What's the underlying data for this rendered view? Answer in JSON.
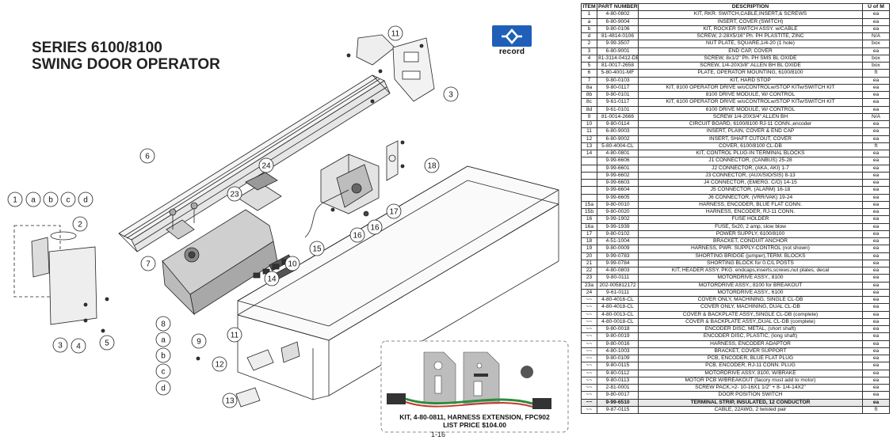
{
  "title_lines": [
    "SERIES 6100/8100",
    "SWING DOOR OPERATOR"
  ],
  "logo": {
    "text": "record",
    "color": "#1f5fb8"
  },
  "page_number": "1-16",
  "kit_caption_lines": [
    "KIT, 4-80-0811, HARNESS EXTENSION, FPC902",
    "LIST PRICE $104.00"
  ],
  "callouts": [
    "11",
    "3",
    "6",
    "24",
    "18",
    "1",
    "a",
    "b",
    "c",
    "d",
    "2",
    "23",
    "17",
    "16",
    "16",
    "7",
    "15",
    "10",
    "14",
    "8",
    "a",
    "b",
    "c",
    "d",
    "11",
    "9",
    "3",
    "4",
    "5",
    "12",
    "13"
  ],
  "table": {
    "headers": [
      "ITEM",
      "PART NUMBER",
      "DESCRIPTION",
      "U of M"
    ],
    "rows": [
      [
        "1",
        "4-80-0802",
        "KIT, RKR. SWITCH,CABLE,INSERT,& SCREWS",
        "ea"
      ],
      [
        "a",
        "6-80-9004",
        "INSERT, COVER  (SWITCH)",
        "ea"
      ],
      [
        "b",
        "9-80-0106",
        "KIT, ROCKER SWITCH ASSY. w/CABLE",
        "ea"
      ],
      [
        "d",
        "81-4814-0106",
        "SCREW, 2-28X5/16\" Ph. PH PLASTITE, ZINC",
        "N/A"
      ],
      [
        "2",
        "9-99-3507",
        "NUT PLATE, SQUARE,1/4-20 (1 hole)",
        "box"
      ],
      [
        "3",
        "6-80-9001",
        "END CAP, COVER",
        "ea"
      ],
      [
        "4",
        "81-3114-0412-DB",
        "SCREW, 8x1/2\" Ph. PH SMS BL OXIDE",
        "box"
      ],
      [
        "5",
        "81-0017-2658",
        "SCREW, 1/4-20X3/8\" ALLEN BH BL OXIDE",
        "box"
      ],
      [
        "6",
        "5-80-4001-MF",
        "PLATE, OPERATOR MOUNTING, 6100/8100",
        "ft"
      ],
      [
        "7",
        "9-80-0103",
        "KIT, HARD STOP",
        "ea"
      ],
      [
        "8a",
        "9-80-0117",
        "KIT, 8100 OPERATOR DRIVE w/oCONTROLw/STOP KITw/SWITCH KIT",
        "ea"
      ],
      [
        "8b",
        "9-80-0101",
        "8100 DRIVE MODULE, W/ CONTROL",
        "ea"
      ],
      [
        "8c",
        "9-61-0117",
        "KIT, 6100 OPERATOR DRIVE w/oCONTROLw/STOP KITw/SWITCH KIT",
        "ea"
      ],
      [
        "8d",
        "9-61-0101",
        "6100 DRIVE MODULE, W/ CONTROL",
        "ea"
      ],
      [
        "9",
        "81-0014-2666",
        "SCREW 1/4-20X3/4\" ALLEN BH",
        "N/A"
      ],
      [
        "10",
        "9-80-0114",
        "CIRCUIT BOARD, 6100/8100 RJ-11 CONN.,encoder",
        "ea"
      ],
      [
        "11",
        "6-80-9003",
        "INSERT, PLAIN, COVER & END CAP",
        "ea"
      ],
      [
        "12",
        "6-80-9002",
        "INSERT, SHAFT CUTOUT, COVER",
        "ea"
      ],
      [
        "13",
        "5-80-4004-CL",
        "COVER, 6100/8100 CL-DB",
        "ft"
      ],
      [
        "14",
        "4-80-0801",
        "KIT, CONTROL PLUG-IN TERMINAL BLOCKS",
        "ea"
      ],
      [
        "",
        "9-99-6606",
        "J1 CONNECTOR,  (CANBUS) 25-28",
        "ea"
      ],
      [
        "",
        "9-99-6601",
        "J2 CONNECTOR,  (AKA, AKI) 1-7",
        "ea"
      ],
      [
        "",
        "9-99-6602",
        "J3 CONNECTOR, (AUX/SIO/SIS) 8-13",
        "ea"
      ],
      [
        "",
        "9-99-6603",
        "J4 CONNECTOR, (EMERG. C/O) 14-15",
        "ea"
      ],
      [
        "",
        "9-99-6604",
        "J5 CONNECTOR, (ALARM)  16-18",
        "ea"
      ],
      [
        "",
        "9-99-6605",
        "J6 CONNECTOR, (VRR/VAK)  19-24",
        "ea"
      ],
      [
        "15a",
        "9-80-0010",
        "HARNESS, ENCODER, BLUE FLAT CONN.",
        "ea"
      ],
      [
        "15b",
        "9-80-0020",
        "HARNESS, ENCODER, RJ-11 CONN.",
        "ea"
      ],
      [
        "16",
        "9-99-1902",
        "FUSE HOLDER",
        "ea"
      ],
      [
        "16a",
        "9-99-1939",
        "FUSE, 5x20, 2 amp, slow blow",
        "ea"
      ],
      [
        "17",
        "9-80-0102",
        "POWER SUPPLY, 6100/8100",
        "ea"
      ],
      [
        "18",
        "4-51-1004",
        "BRACKET, CONDUIT ANCHOR",
        "ea"
      ],
      [
        "19",
        "9-80-0009",
        "HARNESS, PWR. SUPPLY-CONTROL (not shown)",
        "ea"
      ],
      [
        "20",
        "9-99-0783",
        "SHORTING BRIDGE (jumper),TERM. BLOCKS",
        "ea"
      ],
      [
        "21",
        "9-99-0784",
        "SHORTING BLOCK for 0.C/L POSTS",
        "ea"
      ],
      [
        "22",
        "4-80-0803",
        "KIT, HEADER ASSY. PKG. endcaps,inserts,screws,nut plates, decal",
        "ea"
      ],
      [
        "23",
        "9-80-0111",
        "MOTORDRIVE ASSY., 8100",
        "ea"
      ],
      [
        "23a",
        "202-005812172",
        "MOTORDRIVE ASSY., 8100 for BREAKOUT",
        "ea"
      ],
      [
        "24",
        "9-61-0111",
        "MOTORDRIVE ASSY., 6100",
        "ea"
      ],
      [
        "~~",
        "4-80-4016-CL",
        "COVER ONLY, MACHINING, SINGLE CL-DB",
        "ea"
      ],
      [
        "~~",
        "4-80-4018-CL",
        "COVER ONLY, MACHINING, DUAL CL-DB",
        "ea"
      ],
      [
        "~~",
        "4-80-0013-CL",
        "COVER & BACKPLATE ASSY.,SINGLE CL-DB (complete)",
        "ea"
      ],
      [
        "~~",
        "4-80-0018-CL",
        "COVER & BACKPLATE ASSY.,DUAL CL-DB (complete)",
        "ea"
      ],
      [
        "~~",
        "9-80-0018",
        "ENCODER DISC, METAL, (short shaft)",
        "ea"
      ],
      [
        "~~",
        "9-80-0019",
        "ENCODER DISC, PLASTIC, (long shaft)",
        "ea"
      ],
      [
        "~~",
        "9-80-0016",
        "HARNESS, ENCODER ADAPTOR",
        "ea"
      ],
      [
        "~~",
        "4-80-1003",
        "BRACKET, COVER SUPPORT",
        "ea"
      ],
      [
        "~~",
        "9-80-0109",
        "PCB, ENCODER, BLUE FLAT PLUG",
        "ea"
      ],
      [
        "~~",
        "9-80-0115",
        "PCB, ENCODER, RJ-11 CONN. PLUG",
        "ea"
      ],
      [
        "~~",
        "9-80-0112",
        "MOTORDRIVE ASSY. 8100, W/BRAKE",
        "ea"
      ],
      [
        "~~",
        "9-80-0113",
        "MOTOR PCB  W/BREAKOUT (facory must add to motor)",
        "ea"
      ],
      [
        "~~",
        "2-81-0001",
        "SCREW PACK,>2- 10-16X1 1/2\" + 8- 1/4-14X2\"",
        "ea"
      ],
      [
        "~~",
        "9-80-0017",
        "DOOR POSITION SWITCH",
        "ea"
      ],
      [
        "~~",
        "9-99-6510",
        "TERMINAL STRIP, INSULATED, 12 CONDUCTOR",
        "ea"
      ],
      [
        "~~",
        "9-87-0115",
        "CABLE, 22AWG,  2 twisted pair",
        "ft"
      ]
    ],
    "bold_row_index": 53,
    "shaded_row_indices": [
      53
    ]
  }
}
